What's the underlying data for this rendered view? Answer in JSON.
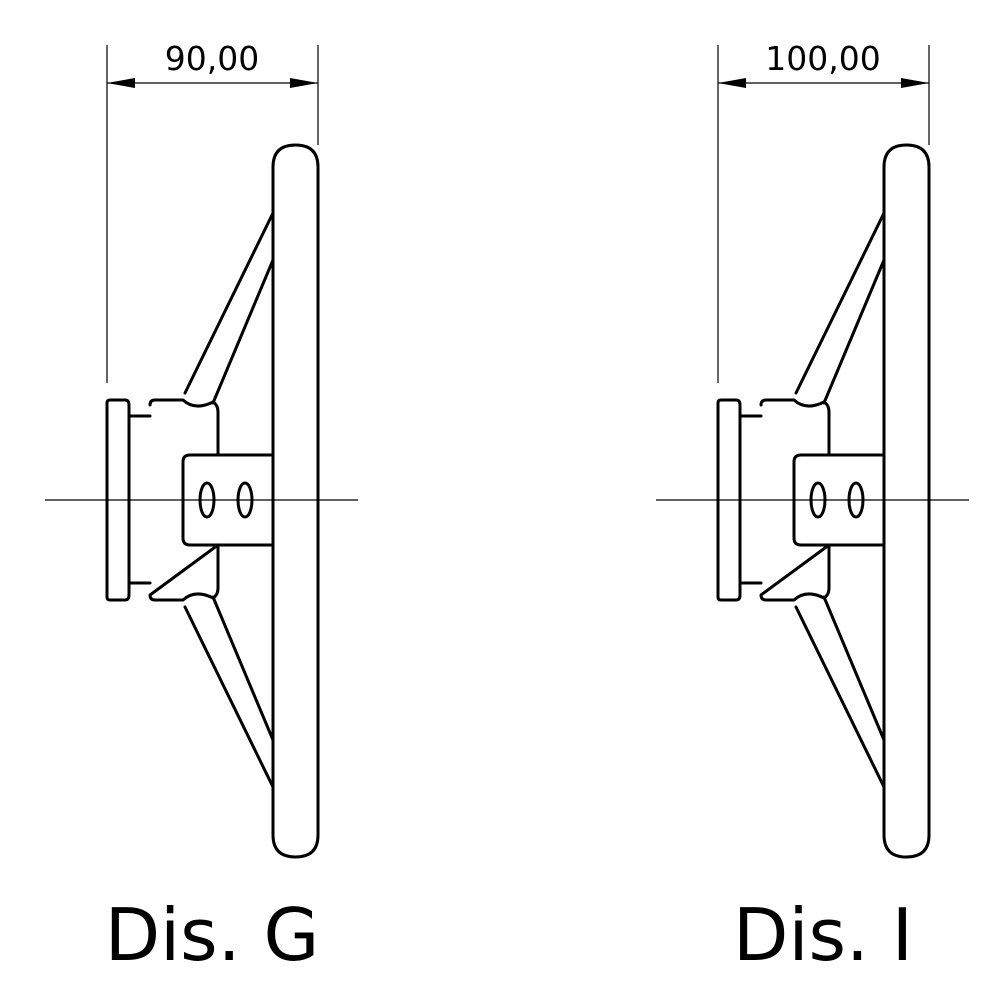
{
  "drawings": [
    {
      "dimension": "90,00",
      "label": "Dis. G"
    },
    {
      "dimension": "100,00",
      "label": "Dis. I"
    }
  ]
}
